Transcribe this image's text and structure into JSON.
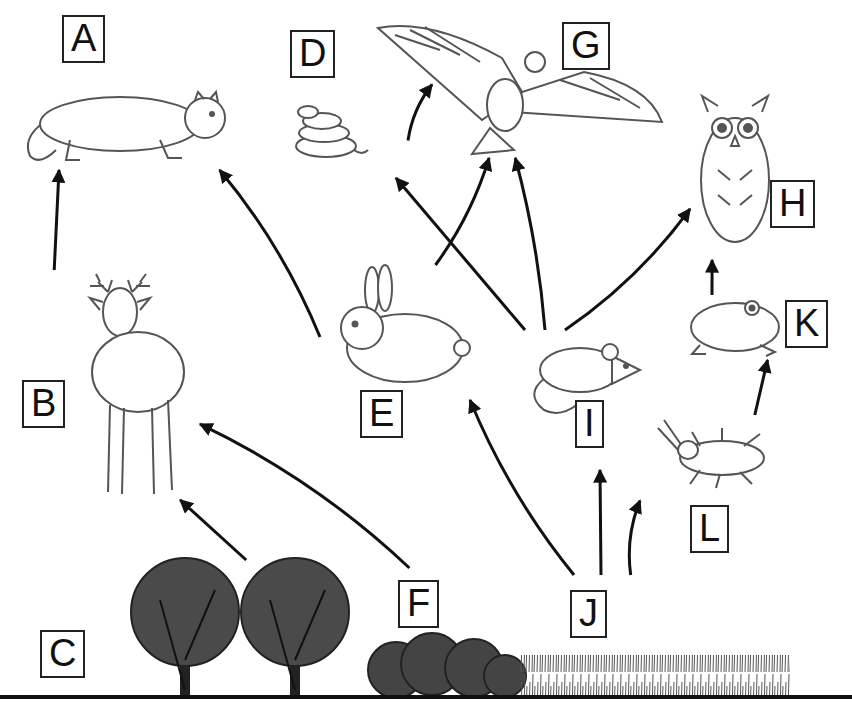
{
  "diagram": {
    "nodes": [
      {
        "text": [
          "A"
        ]
      },
      {
        "text": [
          "G"
        ]
      },
      {
        "text": [
          "D"
        ]
      },
      {
        "text": [
          "H"
        ]
      },
      {
        "text": [
          "K"
        ]
      },
      {
        "text": [
          "B"
        ]
      },
      {
        "text": [
          "E"
        ]
      },
      {
        "text": [
          "I"
        ]
      },
      {
        "text": [
          "L"
        ]
      },
      {
        "text": [
          "F"
        ]
      },
      {
        "text": [
          "J"
        ]
      },
      {
        "text": [
          "C"
        ]
      }
    ],
    "edges": [
      {
        "from": 5,
        "to": 0,
        "arrow": "to"
      },
      {
        "from": 6,
        "to": 0,
        "arrow": "to"
      },
      {
        "from": 2,
        "to": 1,
        "arrow": "to"
      },
      {
        "from": 6,
        "to": 1,
        "arrow": "to"
      },
      {
        "from": 7,
        "to": 1,
        "arrow": "to"
      },
      {
        "from": 7,
        "to": 2,
        "arrow": "to"
      },
      {
        "from": 7,
        "to": 3,
        "arrow": "to"
      },
      {
        "from": 4,
        "to": 3,
        "arrow": "to"
      },
      {
        "from": 8,
        "to": 4,
        "arrow": "to"
      },
      {
        "from": 11,
        "to": 5,
        "arrow": "to"
      },
      {
        "from": 9,
        "to": 5,
        "arrow": "to"
      },
      {
        "from": 10,
        "to": 6,
        "arrow": "to"
      },
      {
        "from": 10,
        "to": 7,
        "arrow": "to"
      },
      {
        "from": 10,
        "to": 8,
        "arrow": "to"
      }
    ]
  }
}
